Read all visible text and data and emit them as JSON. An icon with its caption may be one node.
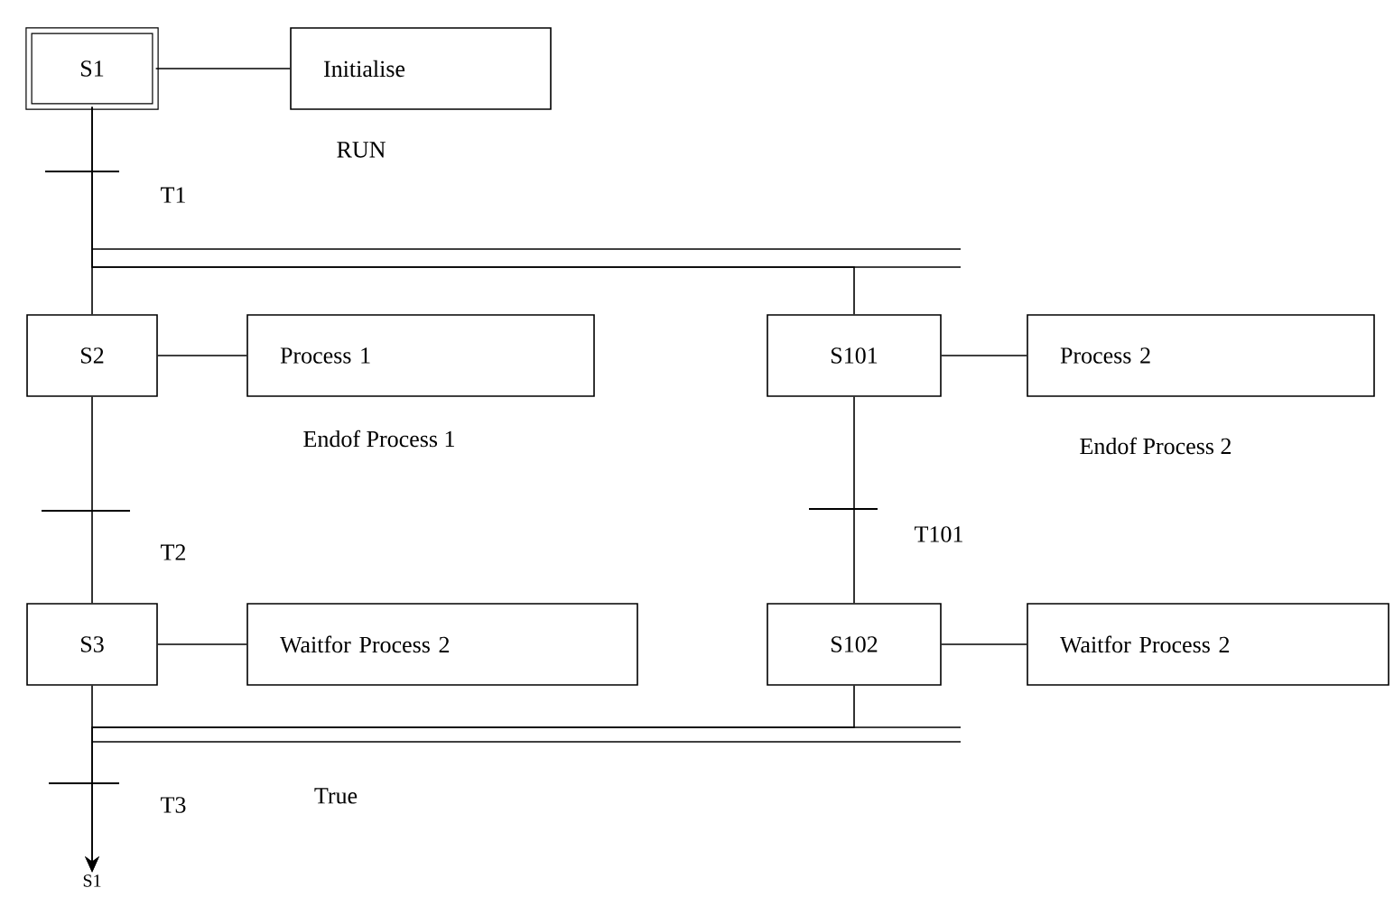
{
  "diagram": {
    "nodes": [
      {
        "text": [
          "S1"
        ]
      },
      {
        "text": [
          "Initialise"
        ]
      },
      {
        "text": [
          "S2"
        ]
      },
      {
        "text": [
          "Process 1"
        ]
      },
      {
        "text": [
          "S101"
        ]
      },
      {
        "text": [
          "Process 2"
        ]
      },
      {
        "text": [
          "S3"
        ]
      },
      {
        "text": [
          "Waitfor Process 2"
        ]
      },
      {
        "text": [
          "S102"
        ]
      },
      {
        "text": [
          "Waitfor Process 2"
        ]
      },
      {
        "text": [
          "S1"
        ]
      }
    ],
    "edges": [
      {
        "from": 0,
        "to": 1,
        "arrow": "none"
      },
      {
        "from": 0,
        "to": 2,
        "arrow": "none"
      },
      {
        "from": 0,
        "to": 4,
        "arrow": "none"
      },
      {
        "from": 2,
        "to": 3,
        "arrow": "none"
      },
      {
        "from": 4,
        "to": 5,
        "arrow": "none"
      },
      {
        "from": 2,
        "to": 6,
        "arrow": "none"
      },
      {
        "from": 4,
        "to": 8,
        "arrow": "none"
      },
      {
        "from": 6,
        "to": 7,
        "arrow": "none"
      },
      {
        "from": 8,
        "to": 9,
        "arrow": "none"
      },
      {
        "from": 6,
        "to": 10,
        "arrow": "to"
      },
      {
        "from": 8,
        "to": 10,
        "arrow": "to"
      }
    ],
    "labels": [
      "RUN",
      "T1",
      "Endof Process 1",
      "Endof Process 2",
      "T2",
      "T101",
      "True",
      "T3"
    ]
  }
}
